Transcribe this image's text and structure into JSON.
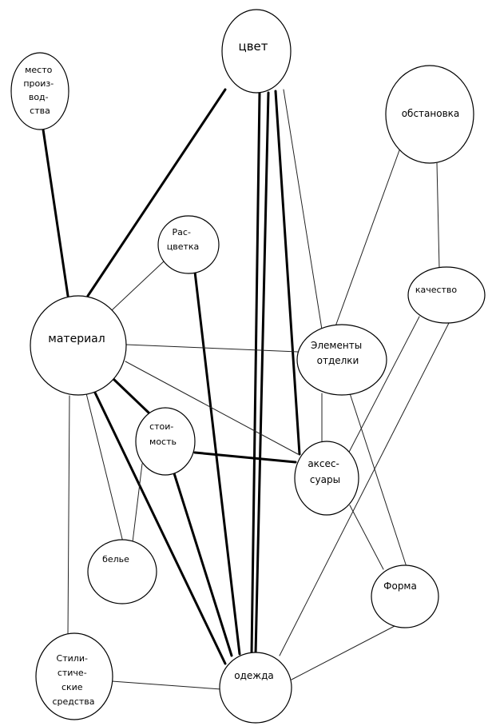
{
  "nodes": {
    "cvet": {
      "lines": [
        "цвет"
      ]
    },
    "mesto": {
      "lines": [
        "место",
        "произ-",
        "вод-",
        "ства"
      ]
    },
    "obstanovka": {
      "lines": [
        "обстановка"
      ]
    },
    "rascvetka": {
      "lines": [
        "Рас-",
        "цветка"
      ]
    },
    "kachestvo": {
      "lines": [
        "качество"
      ]
    },
    "material": {
      "lines": [
        "материал"
      ]
    },
    "elementy": {
      "lines": [
        "Элементы",
        "отделки"
      ]
    },
    "stoimost": {
      "lines": [
        "стои-",
        "мость"
      ]
    },
    "aksessuary": {
      "lines": [
        "аксес-",
        "суары"
      ]
    },
    "bele": {
      "lines": [
        "белье"
      ]
    },
    "forma": {
      "lines": [
        "Форма"
      ]
    },
    "stilisticheskie": {
      "lines": [
        "Стили-",
        "стиче-",
        "ские",
        "средства"
      ]
    },
    "odezhda": {
      "lines": [
        "одежда"
      ]
    }
  },
  "edges": [
    {
      "from": "mesto",
      "to": "material",
      "weight": "thick"
    },
    {
      "from": "cvet",
      "to": "material",
      "weight": "thick"
    },
    {
      "from": "cvet",
      "to": "odezhda",
      "weight": "thick"
    },
    {
      "from": "cvet",
      "to": "odezhda",
      "weight": "thick"
    },
    {
      "from": "cvet",
      "to": "aksessuary",
      "weight": "thick"
    },
    {
      "from": "cvet",
      "to": "elementy",
      "weight": "thin"
    },
    {
      "from": "rascvetka",
      "to": "material",
      "weight": "thin"
    },
    {
      "from": "rascvetka",
      "to": "odezhda",
      "weight": "thick"
    },
    {
      "from": "obstanovka",
      "to": "elementy",
      "weight": "thin"
    },
    {
      "from": "obstanovka",
      "to": "kachestvo",
      "weight": "thin"
    },
    {
      "from": "kachestvo",
      "to": "aksessuary",
      "weight": "thin"
    },
    {
      "from": "kachestvo",
      "to": "odezhda",
      "weight": "thin"
    },
    {
      "from": "material",
      "to": "elementy",
      "weight": "thin"
    },
    {
      "from": "material",
      "to": "aksessuary",
      "weight": "thin"
    },
    {
      "from": "material",
      "to": "stoimost",
      "weight": "thick"
    },
    {
      "from": "material",
      "to": "odezhda",
      "weight": "thick"
    },
    {
      "from": "material",
      "to": "bele",
      "weight": "thin"
    },
    {
      "from": "material",
      "to": "stilisticheskie",
      "weight": "thin"
    },
    {
      "from": "stoimost",
      "to": "aksessuary",
      "weight": "thick"
    },
    {
      "from": "stoimost",
      "to": "odezhda",
      "weight": "thick"
    },
    {
      "from": "stoimost",
      "to": "bele",
      "weight": "thin"
    },
    {
      "from": "elementy",
      "to": "aksessuary",
      "weight": "thin"
    },
    {
      "from": "elementy",
      "to": "forma",
      "weight": "thin"
    },
    {
      "from": "aksessuary",
      "to": "forma",
      "weight": "thin"
    },
    {
      "from": "forma",
      "to": "odezhda",
      "weight": "thin"
    },
    {
      "from": "stilisticheskie",
      "to": "odezhda",
      "weight": "thin"
    }
  ]
}
